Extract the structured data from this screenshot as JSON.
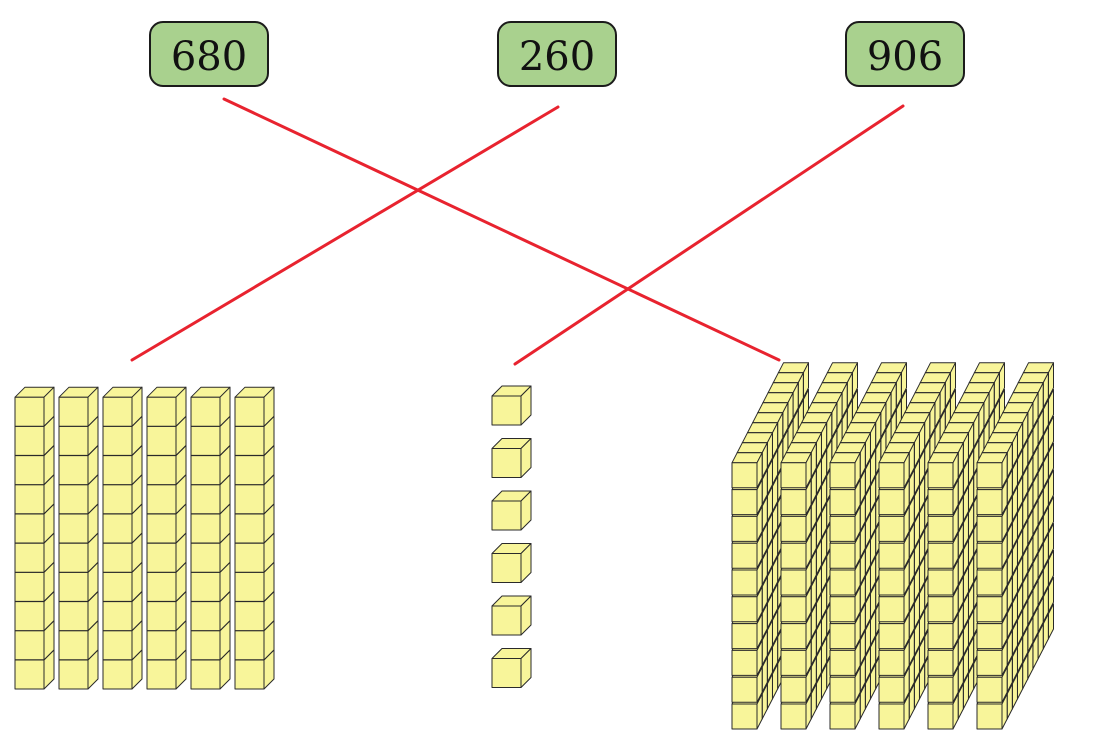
{
  "number_labels": [
    "680",
    "260",
    "906"
  ],
  "colors": {
    "label_fill": "#a9d18e",
    "label_stroke": "#1b1b1b",
    "connector_line": "#e8232f",
    "cube_fill": "#f8f59a",
    "cube_edge": "#2a2a2a"
  },
  "blocks": [
    {
      "name": "six-tens-rods",
      "type": "rods",
      "rods": 6,
      "units_per_rod": 10,
      "value": 60
    },
    {
      "name": "six-unit-cubes",
      "type": "units",
      "count": 6,
      "value": 6
    },
    {
      "name": "six-hundred-flats",
      "type": "flats",
      "flats": 6,
      "value": 600
    }
  ],
  "matches": [
    {
      "label": "680",
      "block": "six-hundred-flats"
    },
    {
      "label": "260",
      "block": "six-tens-rods"
    },
    {
      "label": "906",
      "block": "six-unit-cubes"
    }
  ]
}
